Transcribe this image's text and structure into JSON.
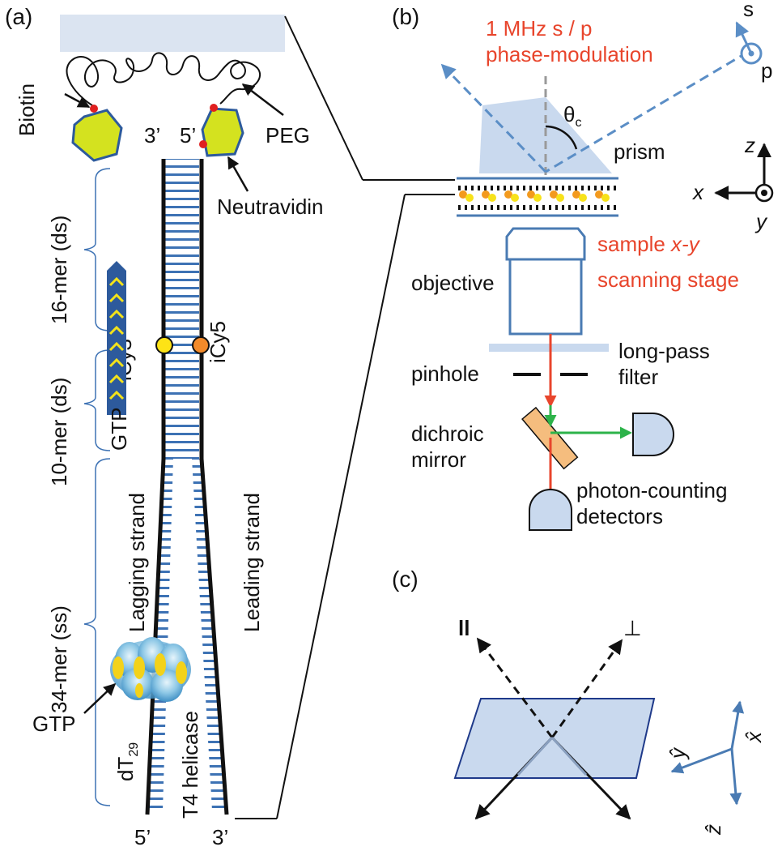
{
  "panels": {
    "a": "(a)",
    "b": "(b)",
    "c": "(c)"
  },
  "panel_a": {
    "biotin": "Biotin",
    "peg": "PEG",
    "neutravidin": "Neutravidin",
    "end_3_top": "3’",
    "end_5_top": "5’",
    "seg_16mer": "16-mer (ds)",
    "seg_10mer": "10-mer (ds)",
    "seg_34mer": "34-mer (ss)",
    "gtp_stack": "GTP",
    "icy3": "iCy3",
    "icy5": "iCy5",
    "lagging": "Lagging strand",
    "leading": "Leading strand",
    "gtp_arrow": "GTP",
    "dt_base": "dT",
    "dt_sub": "29",
    "helicase": "T4 helicase",
    "end_5_bottom": "5’",
    "end_3_bottom": "3’"
  },
  "panel_b": {
    "modulation_line1": "1 MHz s / p",
    "modulation_line2": "phase-modulation",
    "pol_s": "s",
    "pol_p": "p",
    "theta": "θ",
    "theta_sub": "c",
    "prism": "prism",
    "axis_z": "z",
    "axis_x": "x",
    "axis_y": "y",
    "stage_line1_a": "sample ",
    "stage_line1_b": "x-y",
    "stage_line2": "scanning stage",
    "objective": "objective",
    "filter_line1": "long-pass",
    "filter_line2": "filter",
    "pinhole": "pinhole",
    "dichroic_line1": "dichroic",
    "dichroic_line2": "mirror",
    "detector_line1": "photon-counting",
    "detector_line2": "detectors"
  },
  "panel_c": {
    "parallel": "ll",
    "perp": "⊥",
    "x_hat": "x̂",
    "y_hat": "ŷ",
    "z_hat": "ẑ"
  },
  "colors": {
    "accent_red": "#e8452c",
    "dna_blue": "#3d72b4",
    "light_blue": "#c9d9ee",
    "neutravidin_green": "#d4e21f",
    "dichroic_orange": "#f5bd7e",
    "green_beam": "#2db34a"
  }
}
